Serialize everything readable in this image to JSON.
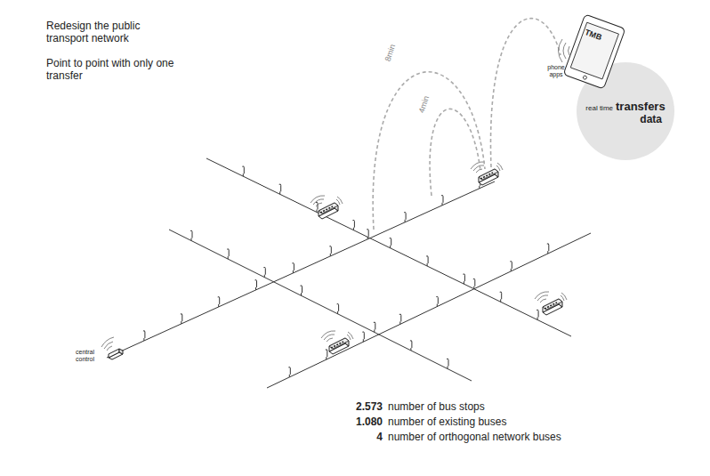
{
  "diagram": {
    "title": "Redesign the public transport network",
    "nodes": [
      {
        "text": [
          "real time",
          "transfers",
          "data"
        ]
      }
    ],
    "labels": [
      "Point to point with only one transfer",
      "8min",
      "4min",
      "TMB",
      "phone apps",
      "central control",
      "2.573",
      "number of bus stops",
      "1.080",
      "number of existing buses",
      "4",
      "number of orthogonal network buses"
    ]
  }
}
